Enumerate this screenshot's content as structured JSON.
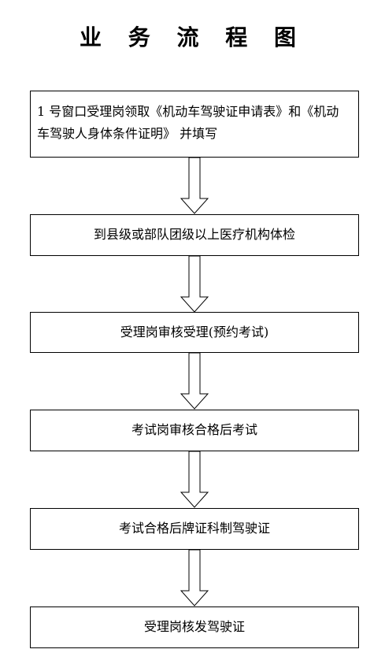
{
  "title": "业 务 流 程 图",
  "steps": [
    {
      "text": "1 号窗口受理岗领取《机动车驾驶证申请表》和《机动车驾驶人身体条件证明》 并填写"
    },
    {
      "text": "到县级或部队团级以上医疗机构体检"
    },
    {
      "text": "受理岗审核受理(预约考试)"
    },
    {
      "text": "考试岗审核合格后考试"
    },
    {
      "text": "考试合格后牌证科制驾驶证"
    },
    {
      "text": "受理岗核发驾驶证"
    }
  ]
}
